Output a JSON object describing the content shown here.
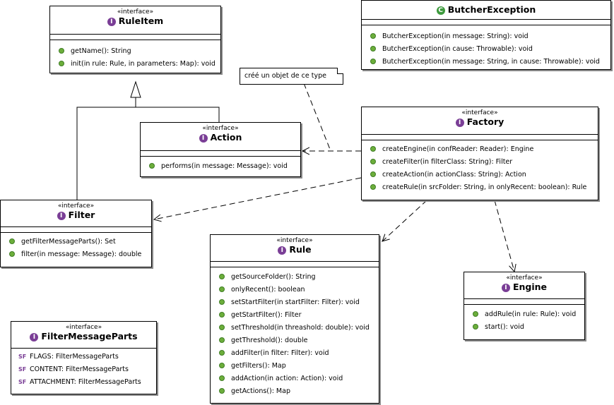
{
  "classes": {
    "ruleitem": {
      "stereotype": "«interface»",
      "badge": "I",
      "name": "RuleItem",
      "methods": [
        "getName(): String",
        "init(in rule: Rule, in parameters: Map): void"
      ]
    },
    "butcher": {
      "badge": "C",
      "name": "ButcherException",
      "methods": [
        "ButcherException(in message: String): void",
        "ButcherException(in cause: Throwable): void",
        "ButcherException(in message: String, in cause: Throwable): void"
      ]
    },
    "action": {
      "stereotype": "«interface»",
      "badge": "I",
      "name": "Action",
      "methods": [
        "performs(in message: Message): void"
      ]
    },
    "factory": {
      "stereotype": "«interface»",
      "badge": "I",
      "name": "Factory",
      "methods": [
        "createEngine(in confReader: Reader): Engine",
        "createFilter(in filterClass: String): Filter",
        "createAction(in actionClass: String): Action",
        "createRule(in srcFolder: String, in onlyRecent: boolean): Rule"
      ]
    },
    "filter": {
      "stereotype": "«interface»",
      "badge": "I",
      "name": "Filter",
      "methods": [
        "getFilterMessageParts(): Set",
        "filter(in message: Message): double"
      ]
    },
    "rule": {
      "stereotype": "«interface»",
      "badge": "I",
      "name": "Rule",
      "methods": [
        "getSourceFolder(): String",
        "onlyRecent(): boolean",
        "setStartFilter(in startFilter: Filter): void",
        "getStartFilter(): Filter",
        "setThreshold(in threashold: double): void",
        "getThreshold(): double",
        "addFilter(in filter: Filter): void",
        "getFilters(): Map",
        "addAction(in action: Action): void",
        "getActions(): Map"
      ]
    },
    "engine": {
      "stereotype": "«interface»",
      "badge": "I",
      "name": "Engine",
      "methods": [
        "addRule(in rule: Rule): void",
        "start(): void"
      ]
    },
    "fmp": {
      "stereotype": "«interface»",
      "badge": "I",
      "name": "FilterMessageParts",
      "field_icon": "SF",
      "fields": [
        "FLAGS: FilterMessageParts",
        "CONTENT: FilterMessageParts",
        "ATTACHMENT: FilterMessageParts"
      ]
    }
  },
  "note": {
    "text": "créé un objet de ce type"
  },
  "colors": {
    "interface_badge": "#7a3e96",
    "class_badge": "#3d9a3d",
    "method_dot": "#6cae3b"
  }
}
